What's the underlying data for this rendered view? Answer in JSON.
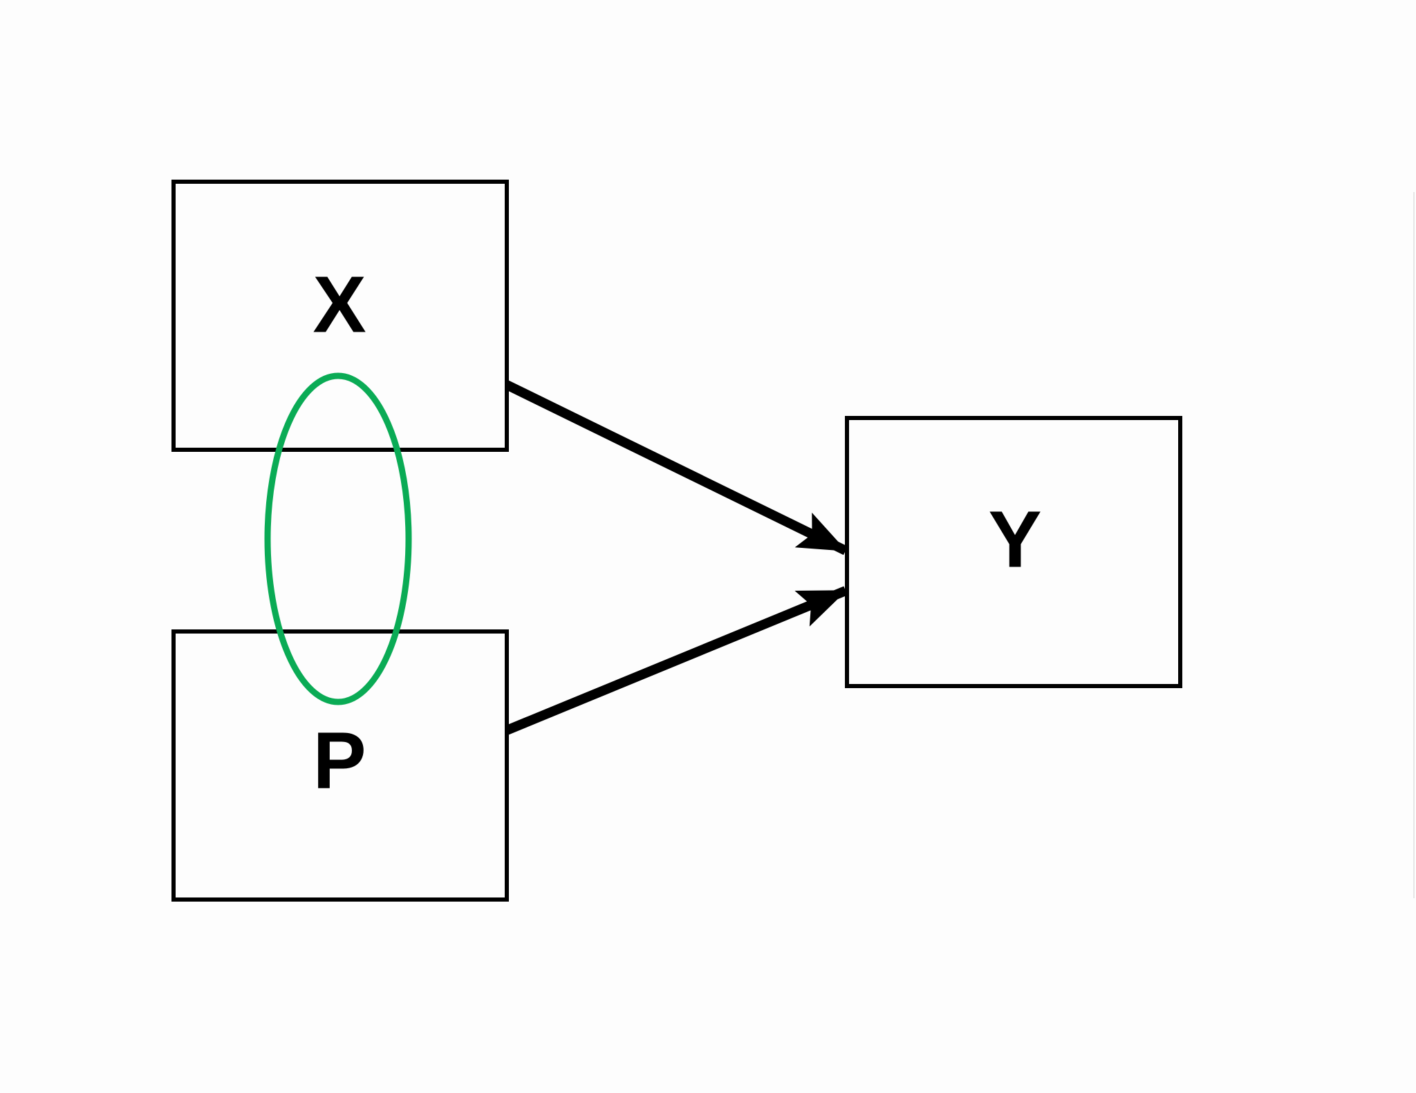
{
  "nodes": {
    "x": {
      "label": "X"
    },
    "p": {
      "label": "P"
    },
    "y": {
      "label": "Y"
    }
  },
  "edges": [
    {
      "from": "X",
      "to": "Y",
      "style": "thick arrow"
    },
    {
      "from": "P",
      "to": "Y",
      "style": "thick arrow"
    }
  ],
  "grouping": {
    "shape": "ellipse",
    "connects": [
      "X",
      "P"
    ],
    "color": "#0aab55"
  },
  "colors": {
    "box_stroke": "#000000",
    "arrow": "#000000",
    "ellipse": "#0aab55",
    "background": "#fdfdfd"
  }
}
